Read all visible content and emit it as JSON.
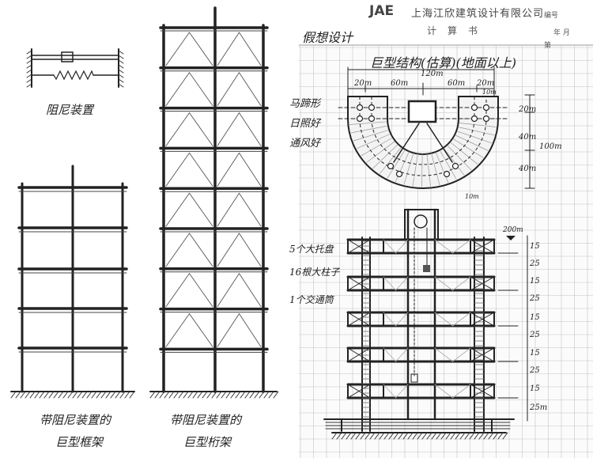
{
  "left": {
    "damper_label": "阻尼装置",
    "frame_caption": [
      "带阻尼装置的",
      "巨型框架"
    ],
    "truss_caption": [
      "带阻尼装置的",
      "巨型桁架"
    ]
  },
  "sheet": {
    "company_logo": "JAE",
    "company_name": "上海江欣建筑设计有限公司",
    "doc_type": "计算书",
    "meta": {
      "number": "编号",
      "date": "年  月",
      "page": "第"
    },
    "heading": "假想设计",
    "title": "巨型结构(估算)(地面以上)",
    "plan": {
      "overall_width": "120m",
      "widths": [
        "20m",
        "60m",
        "60m",
        "20m"
      ],
      "small_dim": "10m",
      "depths": [
        "20m",
        "40m",
        "40m"
      ],
      "total_depth": "100m",
      "ring_width": "10m",
      "notes": [
        "马蹄形",
        "日照好",
        "通风好"
      ]
    },
    "elevation": {
      "top_level": "200m",
      "levels": [
        "15",
        "25",
        "15",
        "25",
        "15",
        "25",
        "15",
        "25",
        "15",
        "25m"
      ],
      "notes": [
        "5个大托盘",
        "16根大柱子",
        "1个交通筒"
      ]
    }
  }
}
